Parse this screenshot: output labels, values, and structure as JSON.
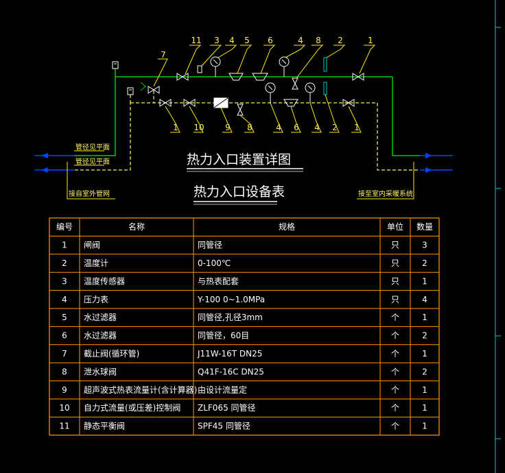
{
  "colors": {
    "background": "#000000",
    "supply_pipe": "#00cc00",
    "return_pipe": "#ffee66",
    "table_lines": "#ff9900",
    "leader_lines": "#ffee00",
    "arrow_in": "#0044ff",
    "text": "#ffffff",
    "frame_edge": "#00cccc"
  },
  "diagram": {
    "title": "热力入口装置详图",
    "supply_labels": {
      "left_upper": "管径见平面",
      "left_lower": "管径见平面",
      "left_bottom": "接自室外管网",
      "right_bottom": "接至室内采暖系统"
    },
    "top_callouts": [
      "11",
      "3",
      "4",
      "5",
      "6",
      "4",
      "8",
      "2",
      "1"
    ],
    "mid_callout": "7",
    "bottom_callouts": [
      "1",
      "10",
      "9",
      "8",
      "4",
      "6",
      "4",
      "2",
      "1"
    ]
  },
  "table": {
    "title": "热力入口设备表",
    "headers": [
      "编号",
      "名称",
      "规格",
      "单位",
      "数量"
    ],
    "rows": [
      [
        "1",
        "闸阀",
        "同管径",
        "只",
        "3"
      ],
      [
        "2",
        "温度计",
        "0-100℃",
        "只",
        "2"
      ],
      [
        "3",
        "温度传感器",
        "与热表配套",
        "只",
        "1"
      ],
      [
        "4",
        "压力表",
        "Y-100   0~1.0MPa",
        "只",
        "4"
      ],
      [
        "5",
        "水过滤器",
        "同管径,孔径3mm",
        "个",
        "1"
      ],
      [
        "6",
        "水过滤器",
        "同管径，60目",
        "个",
        "2"
      ],
      [
        "7",
        "截止阀(循环管)",
        "J11W-16T   DN25",
        "个",
        "1"
      ],
      [
        "8",
        "泄水球阀",
        "Q41F-16C   DN25",
        "个",
        "2"
      ],
      [
        "9",
        "超声波式热表流量计(含计算器)",
        "由设计流量定",
        "个",
        "1"
      ],
      [
        "10",
        "自力式流量(或压差)控制阀",
        "ZLF065    同管径",
        "个",
        "1"
      ],
      [
        "11",
        "静态平衡阀",
        "SPF45     同管径",
        "个",
        "1"
      ]
    ]
  }
}
